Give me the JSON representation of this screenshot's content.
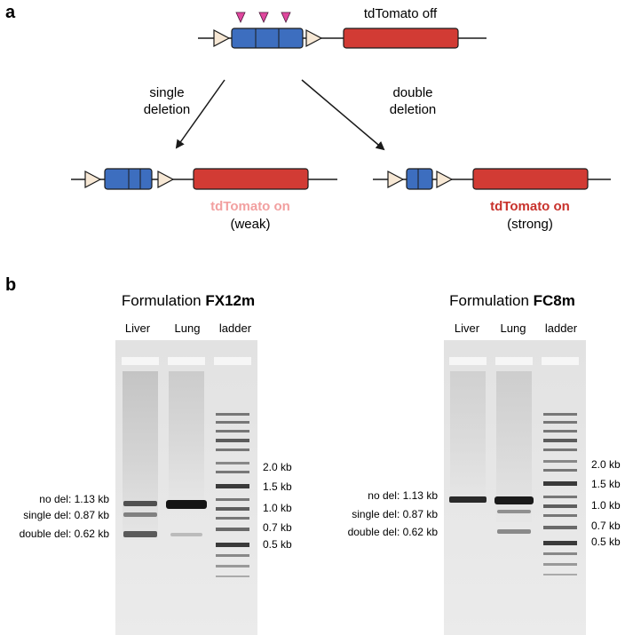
{
  "panel_a": {
    "label": "a",
    "top_caption": "tdTomato off",
    "single_label_line1": "single",
    "single_label_line2": "deletion",
    "double_label_line1": "double",
    "double_label_line2": "deletion",
    "weak_caption_bold": "tdTomato on",
    "weak_caption_sub": "(weak)",
    "strong_caption_bold": "tdTomato on",
    "strong_caption_sub": "(strong)",
    "colors": {
      "stop_cassette": "#3d6ebf",
      "tdtomato": "#d23b34",
      "loxp": "#f7e8d5",
      "guide_marker": "#e0479e",
      "weak_text": "#f2a0a0",
      "strong_text": "#c8322c"
    }
  },
  "panel_b": {
    "label": "b",
    "gels": [
      {
        "title_prefix": "Formulation ",
        "title_bold": "FX12m",
        "lanes": [
          "Liver",
          "Lung",
          "ladder"
        ],
        "band_labels": [
          "no del: 1.13 kb",
          "single del: 0.87 kb",
          "double del: 0.62 kb"
        ],
        "ladder_labels": [
          "2.0 kb",
          "1.5 kb",
          "1.0 kb",
          "0.7 kb",
          "0.5 kb"
        ]
      },
      {
        "title_prefix": "Formulation ",
        "title_bold": "FC8m",
        "lanes": [
          "Liver",
          "Lung",
          "ladder"
        ],
        "band_labels": [
          "no del: 1.13 kb",
          "single del: 0.87 kb",
          "double del: 0.62 kb"
        ],
        "ladder_labels": [
          "2.0 kb",
          "1.5 kb",
          "1.0 kb",
          "0.7 kb",
          "0.5 kb"
        ]
      }
    ]
  }
}
